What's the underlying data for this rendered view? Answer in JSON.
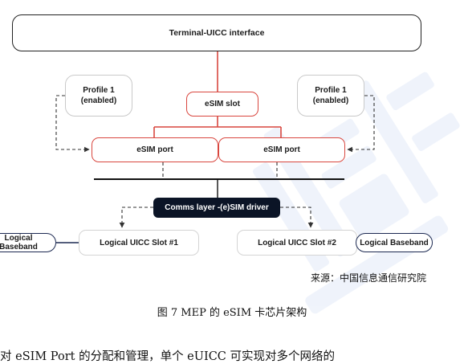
{
  "diagram": {
    "terminal_interface": "Terminal-UICC interface",
    "profile_left": {
      "line1": "Profile 1",
      "line2": "(enabled)"
    },
    "profile_right": {
      "line1": "Profile 1",
      "line2": "(enabled)"
    },
    "esim_slot": "eSIM slot",
    "esim_port_left": "eSIM port",
    "esim_port_right": "eSIM port",
    "comms_layer": "Comms layer -(e)SIM driver",
    "uicc_slot_1": "Logical UICC Slot #1",
    "uicc_slot_2": "Logical UICC Slot #2",
    "baseband_left": "Logical Baseband",
    "baseband_right": "Logical Baseband"
  },
  "source": "来源：中国信息通信研究院",
  "caption": "图 7 MEP 的 eSIM 卡芯片架构",
  "body_text": "对 eSIM Port 的分配和管理，单个 eUICC 可实现对多个网络的",
  "colors": {
    "accent_red": "#d9473f",
    "dark_navy": "#0b1426",
    "baseband_border": "#1d2a52",
    "watermark": "#cfdcf3"
  }
}
